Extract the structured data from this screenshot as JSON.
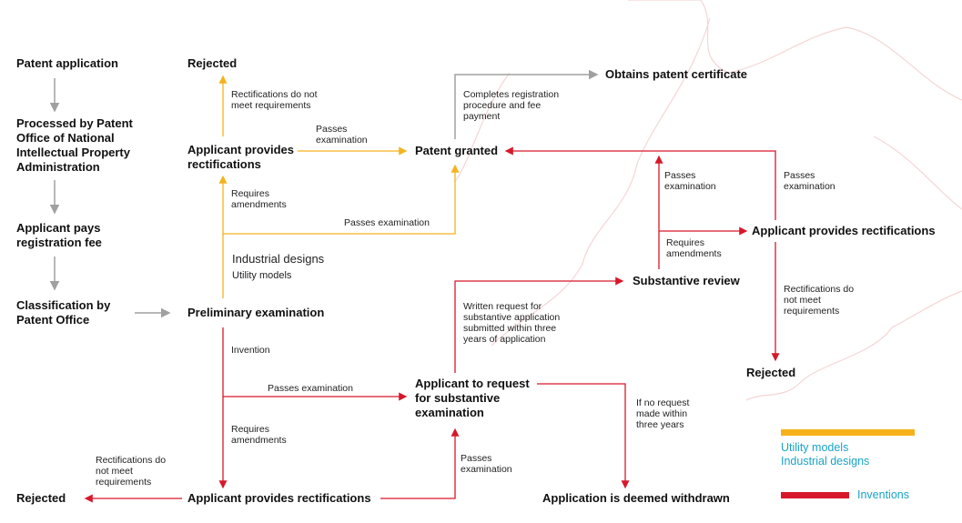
{
  "colors": {
    "utility_line": "#f5b21c",
    "invention_line": "#d7182a",
    "neutral_line": "#a0a0a0",
    "legend_text": "#1aa3c8",
    "map_outline": "#f4d6d6"
  },
  "nodes": {
    "patent_application": "Patent application",
    "processed_by": "Processed by Patent Office of National Intellectual Property Administration",
    "applicant_pays": "Applicant pays registration fee",
    "classification": "Classification by Patent Office",
    "rejected_top": "Rejected",
    "applicant_rect_top": "Applicant provides rectifications",
    "patent_granted": "Patent granted",
    "obtains_certificate": "Obtains patent certificate",
    "preliminary_exam": "Preliminary examination",
    "applicant_request": "Applicant to request for substantive examination",
    "substantive_review": "Substantive review",
    "applicant_rect_right": "Applicant provides rectifications",
    "rejected_right": "Rejected",
    "applicant_rect_bottom": "Applicant provides rectifications",
    "rejected_bottom": "Rejected",
    "deemed_withdrawn": "Application is deemed withdrawn"
  },
  "labels": {
    "rect_not_meet_top": "Rectifications do not meet requirements",
    "passes_exam_1": "Passes examination",
    "requires_amend_top": "Requires amendments",
    "passes_exam_long": "Passes examination",
    "completes_reg": "Completes registration procedure and fee payment",
    "passes_exam_sr": "Passes examination",
    "requires_amend_sr": "Requires amendments",
    "passes_exam_right": "Passes examination",
    "rect_not_meet_right": "Rectifications do not meet requirements",
    "written_request": "Written request for substantive application submitted within three years of application",
    "invention": "Invention",
    "passes_exam_inv": "Passes examination",
    "requires_amend_bottom": "Requires amendments",
    "rect_not_meet_bottom": "Rectifications do not meet requirements",
    "passes_exam_bottom": "Passes examination",
    "no_request": "If no request made within three years"
  },
  "categories": {
    "industrial_designs": "Industrial designs",
    "utility_models": "Utility models"
  },
  "legend": {
    "utility_models": "Utility models",
    "industrial_designs": "Industrial designs",
    "inventions": "Inventions"
  }
}
